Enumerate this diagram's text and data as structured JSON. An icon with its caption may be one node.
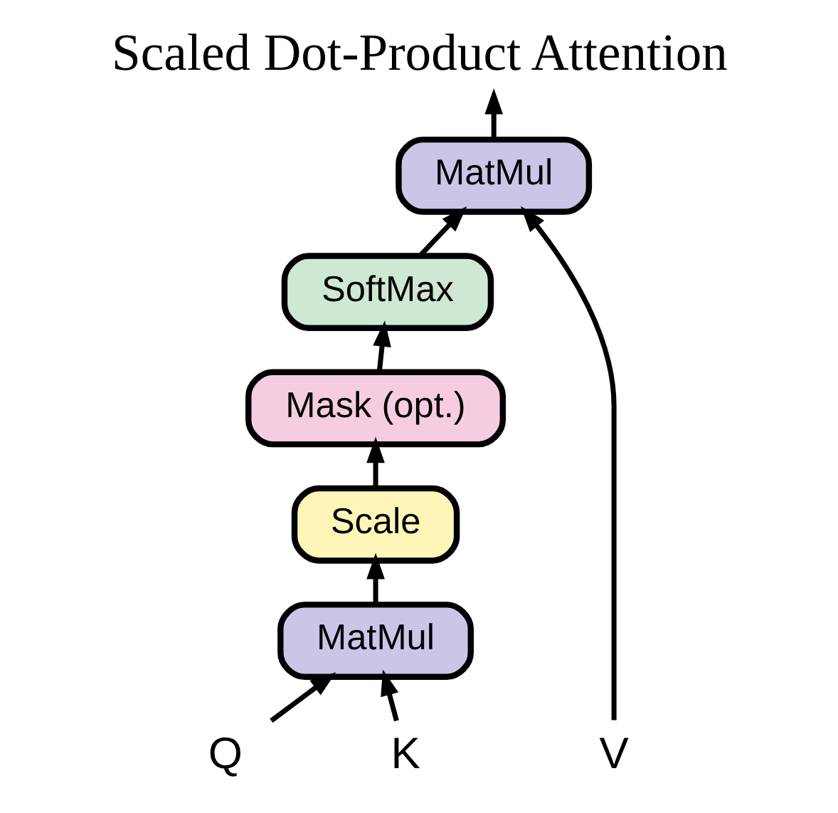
{
  "diagram": {
    "title": "Scaled Dot-Product Attention",
    "nodes": [
      {
        "text": [
          "MatMul"
        ]
      },
      {
        "text": [
          "SoftMax"
        ]
      },
      {
        "text": [
          "Mask (opt.)"
        ]
      },
      {
        "text": [
          "Scale"
        ]
      },
      {
        "text": [
          "MatMul"
        ]
      },
      {
        "text": [
          "Q"
        ]
      },
      {
        "text": [
          "K"
        ]
      },
      {
        "text": [
          "V"
        ]
      }
    ],
    "edges": [
      {
        "from": 5,
        "to": 4,
        "arrow": "to"
      },
      {
        "from": 6,
        "to": 4,
        "arrow": "to"
      },
      {
        "from": 4,
        "to": 3,
        "arrow": "to"
      },
      {
        "from": 3,
        "to": 2,
        "arrow": "to"
      },
      {
        "from": 2,
        "to": 1,
        "arrow": "to"
      },
      {
        "from": 1,
        "to": 0,
        "arrow": "to"
      },
      {
        "from": 7,
        "to": 0,
        "arrow": "to"
      },
      {
        "from": 0,
        "to": null,
        "arrow": "to"
      }
    ]
  }
}
